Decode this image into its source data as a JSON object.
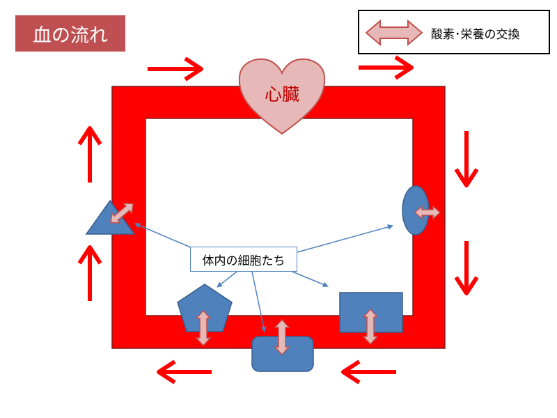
{
  "title": "血の流れ",
  "legend": {
    "label": "酸素･栄養の交換",
    "icon": "double-arrow-icon"
  },
  "heart": {
    "label": "心臓"
  },
  "cells": {
    "label": "体内の細胞たち"
  },
  "colors": {
    "blood": "#ff0000",
    "title_bg": "#bf4f51",
    "heart_fill": "#e6b9b8",
    "heart_stroke": "#c0504d",
    "cell_fill": "#4f81bd",
    "cell_stroke": "#385d8a",
    "exchange_arrow_fill": "#e6b9b8",
    "exchange_arrow_stroke": "#c0504d",
    "connector": "#4f81bd"
  }
}
